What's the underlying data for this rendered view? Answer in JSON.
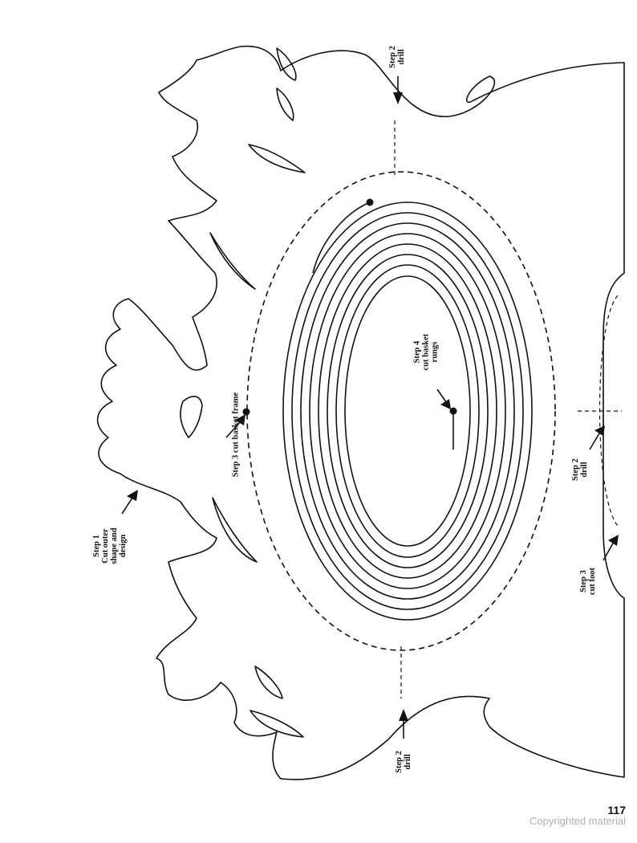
{
  "labels": {
    "step1": [
      "Step 1",
      "Cut outer",
      "shape and",
      "design"
    ],
    "step2_top": [
      "Step 2",
      "drill"
    ],
    "step2_bottom": [
      "Step 2",
      "drill"
    ],
    "step2_foot": [
      "Step 2",
      "drill"
    ],
    "step3_frame": "Step 3 cut basket frame",
    "step3_foot": [
      "Step 3",
      "cut foot"
    ],
    "step4": [
      "Step 4",
      "cut basket",
      "rungs"
    ]
  },
  "page_number": "117",
  "copyright": "Copyrighted material"
}
